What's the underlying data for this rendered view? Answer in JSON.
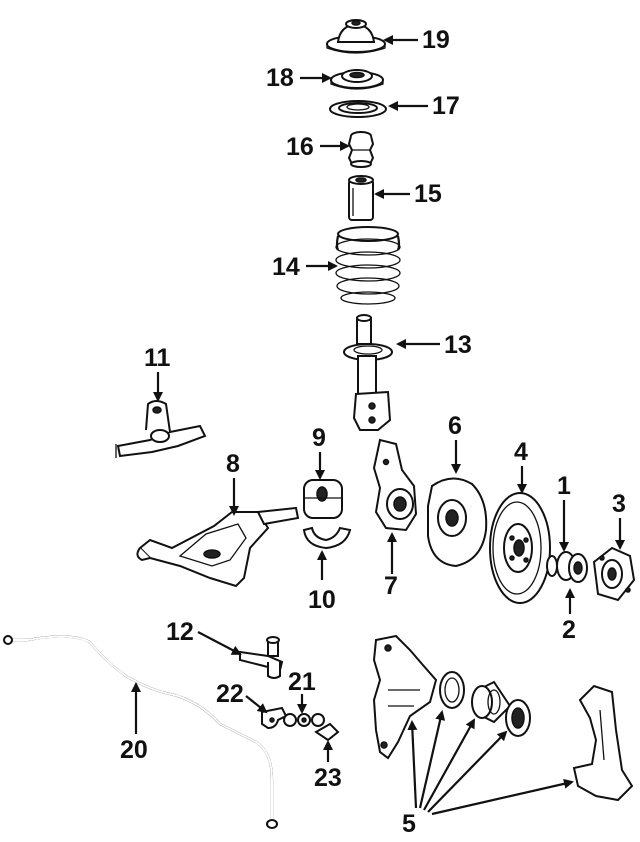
{
  "diagram": {
    "callouts": [
      {
        "id": "c1",
        "text": "1"
      },
      {
        "id": "c2",
        "text": "2"
      },
      {
        "id": "c3",
        "text": "3"
      },
      {
        "id": "c4",
        "text": "4"
      },
      {
        "id": "c5",
        "text": "5"
      },
      {
        "id": "c6",
        "text": "6"
      },
      {
        "id": "c7",
        "text": "7"
      },
      {
        "id": "c8",
        "text": "8"
      },
      {
        "id": "c9",
        "text": "9"
      },
      {
        "id": "c10",
        "text": "10"
      },
      {
        "id": "c11",
        "text": "11"
      },
      {
        "id": "c12",
        "text": "12"
      },
      {
        "id": "c13",
        "text": "13"
      },
      {
        "id": "c14",
        "text": "14"
      },
      {
        "id": "c15",
        "text": "15"
      },
      {
        "id": "c16",
        "text": "16"
      },
      {
        "id": "c17",
        "text": "17"
      },
      {
        "id": "c18",
        "text": "18"
      },
      {
        "id": "c19",
        "text": "19"
      },
      {
        "id": "c20",
        "text": "20"
      },
      {
        "id": "c21",
        "text": "21"
      },
      {
        "id": "c22",
        "text": "22"
      },
      {
        "id": "c23",
        "text": "23"
      }
    ]
  }
}
